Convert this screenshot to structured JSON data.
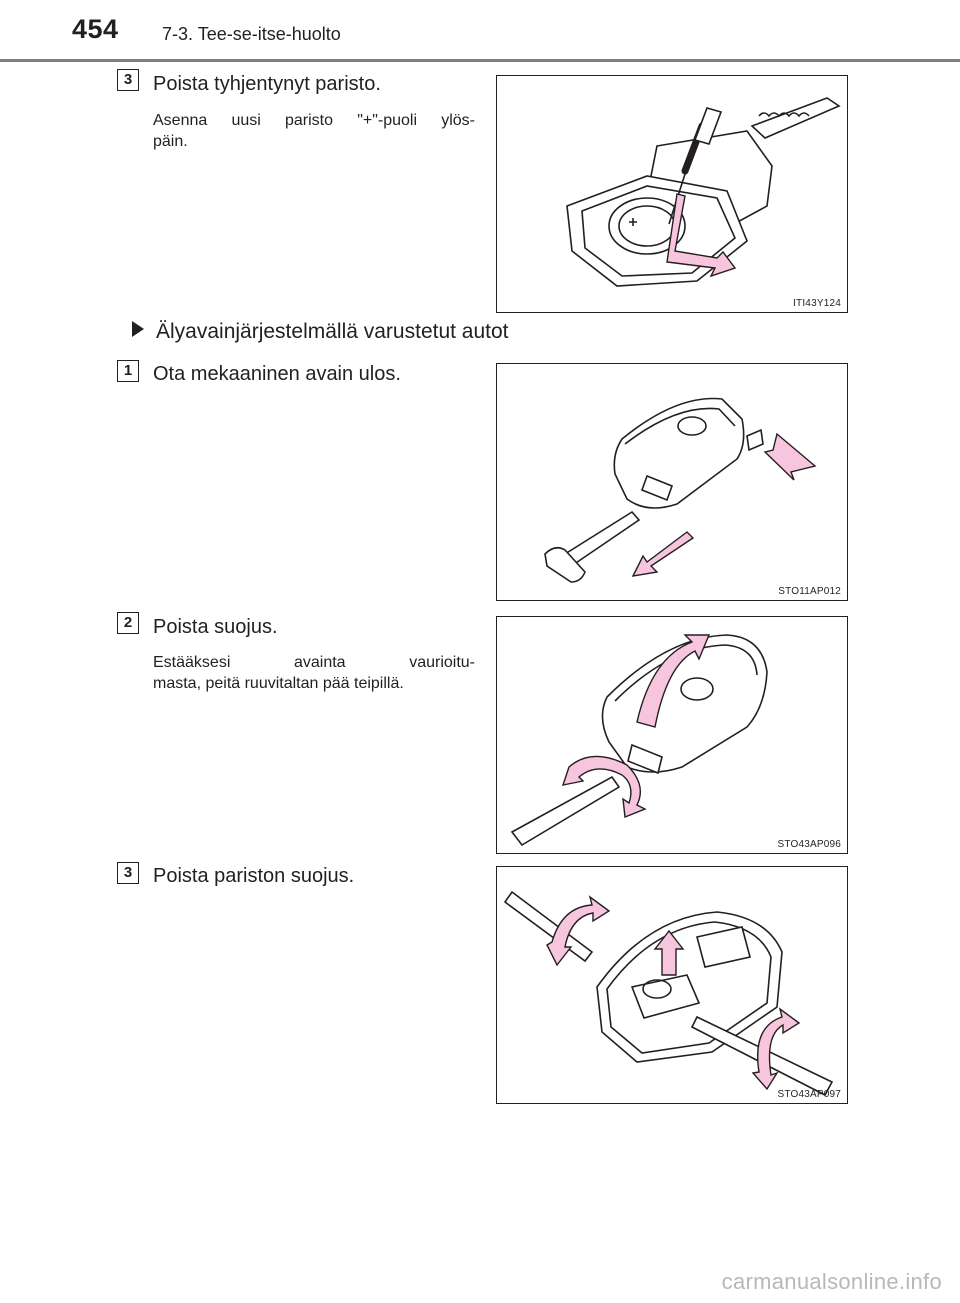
{
  "header": {
    "page_number": "454",
    "section_title": "7-3. Tee-se-itse-huolto"
  },
  "steps": [
    {
      "badge": "3",
      "text": "Poista tyhjentynyt paristo.",
      "note_line1": "Asenna uusi paristo \"+\"-puoli ylös-",
      "note_line2": "päin.",
      "figure_code": "ITI43Y124"
    },
    {
      "badge": "1",
      "text": "Ota mekaaninen avain ulos.",
      "figure_code": "STO11AP012"
    },
    {
      "badge": "2",
      "text": "Poista suojus.",
      "note_line1": "Estääksesi avainta vaurioitu-",
      "note_line2": "masta, peitä ruuvitaltan pää teipillä.",
      "figure_code": "STO43AP096"
    },
    {
      "badge": "3",
      "text": "Poista pariston suojus.",
      "figure_code": "STO43AP097"
    }
  ],
  "subheading": "Älyavainjärjestelmällä varustetut autot",
  "watermark": "carmanualsonline.info",
  "colors": {
    "arrow_fill": "#f7c6de",
    "line": "#231f20",
    "rule": "#7f7f7f"
  }
}
